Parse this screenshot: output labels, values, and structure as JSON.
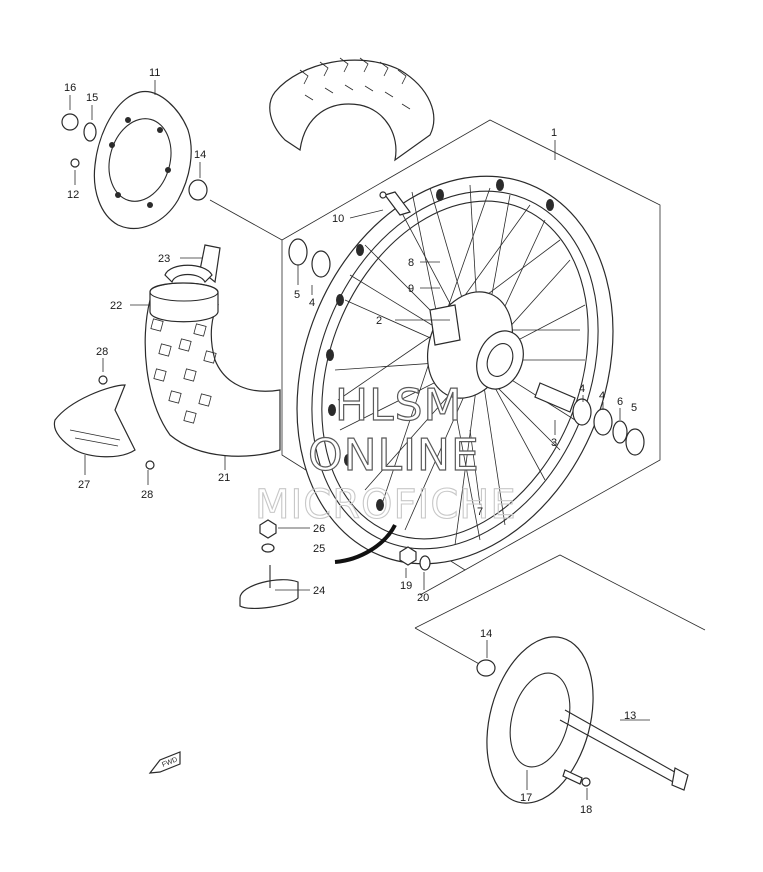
{
  "watermark": {
    "line1": "HLSM",
    "line2": "ONLINE",
    "line3": "MICROFICHE"
  },
  "direction_label": "FWD",
  "callouts": [
    {
      "id": "1",
      "label": "1"
    },
    {
      "id": "2",
      "label": "2"
    },
    {
      "id": "3",
      "label": "3"
    },
    {
      "id": "4a",
      "label": "4"
    },
    {
      "id": "4b",
      "label": "4"
    },
    {
      "id": "4c",
      "label": "4"
    },
    {
      "id": "5a",
      "label": "5"
    },
    {
      "id": "5b",
      "label": "5"
    },
    {
      "id": "6",
      "label": "6"
    },
    {
      "id": "7",
      "label": "7"
    },
    {
      "id": "8",
      "label": "8"
    },
    {
      "id": "9",
      "label": "9"
    },
    {
      "id": "10",
      "label": "10"
    },
    {
      "id": "11",
      "label": "11"
    },
    {
      "id": "12",
      "label": "12"
    },
    {
      "id": "13",
      "label": "13"
    },
    {
      "id": "14a",
      "label": "14"
    },
    {
      "id": "14b",
      "label": "14"
    },
    {
      "id": "15",
      "label": "15"
    },
    {
      "id": "16",
      "label": "16"
    },
    {
      "id": "17",
      "label": "17"
    },
    {
      "id": "18",
      "label": "18"
    },
    {
      "id": "19",
      "label": "19"
    },
    {
      "id": "20",
      "label": "20"
    },
    {
      "id": "21",
      "label": "21"
    },
    {
      "id": "22",
      "label": "22"
    },
    {
      "id": "23",
      "label": "23"
    },
    {
      "id": "24",
      "label": "24"
    },
    {
      "id": "25",
      "label": "25"
    },
    {
      "id": "26",
      "label": "26"
    },
    {
      "id": "27",
      "label": "27"
    },
    {
      "id": "28a",
      "label": "28"
    },
    {
      "id": "28b",
      "label": "28"
    }
  ]
}
